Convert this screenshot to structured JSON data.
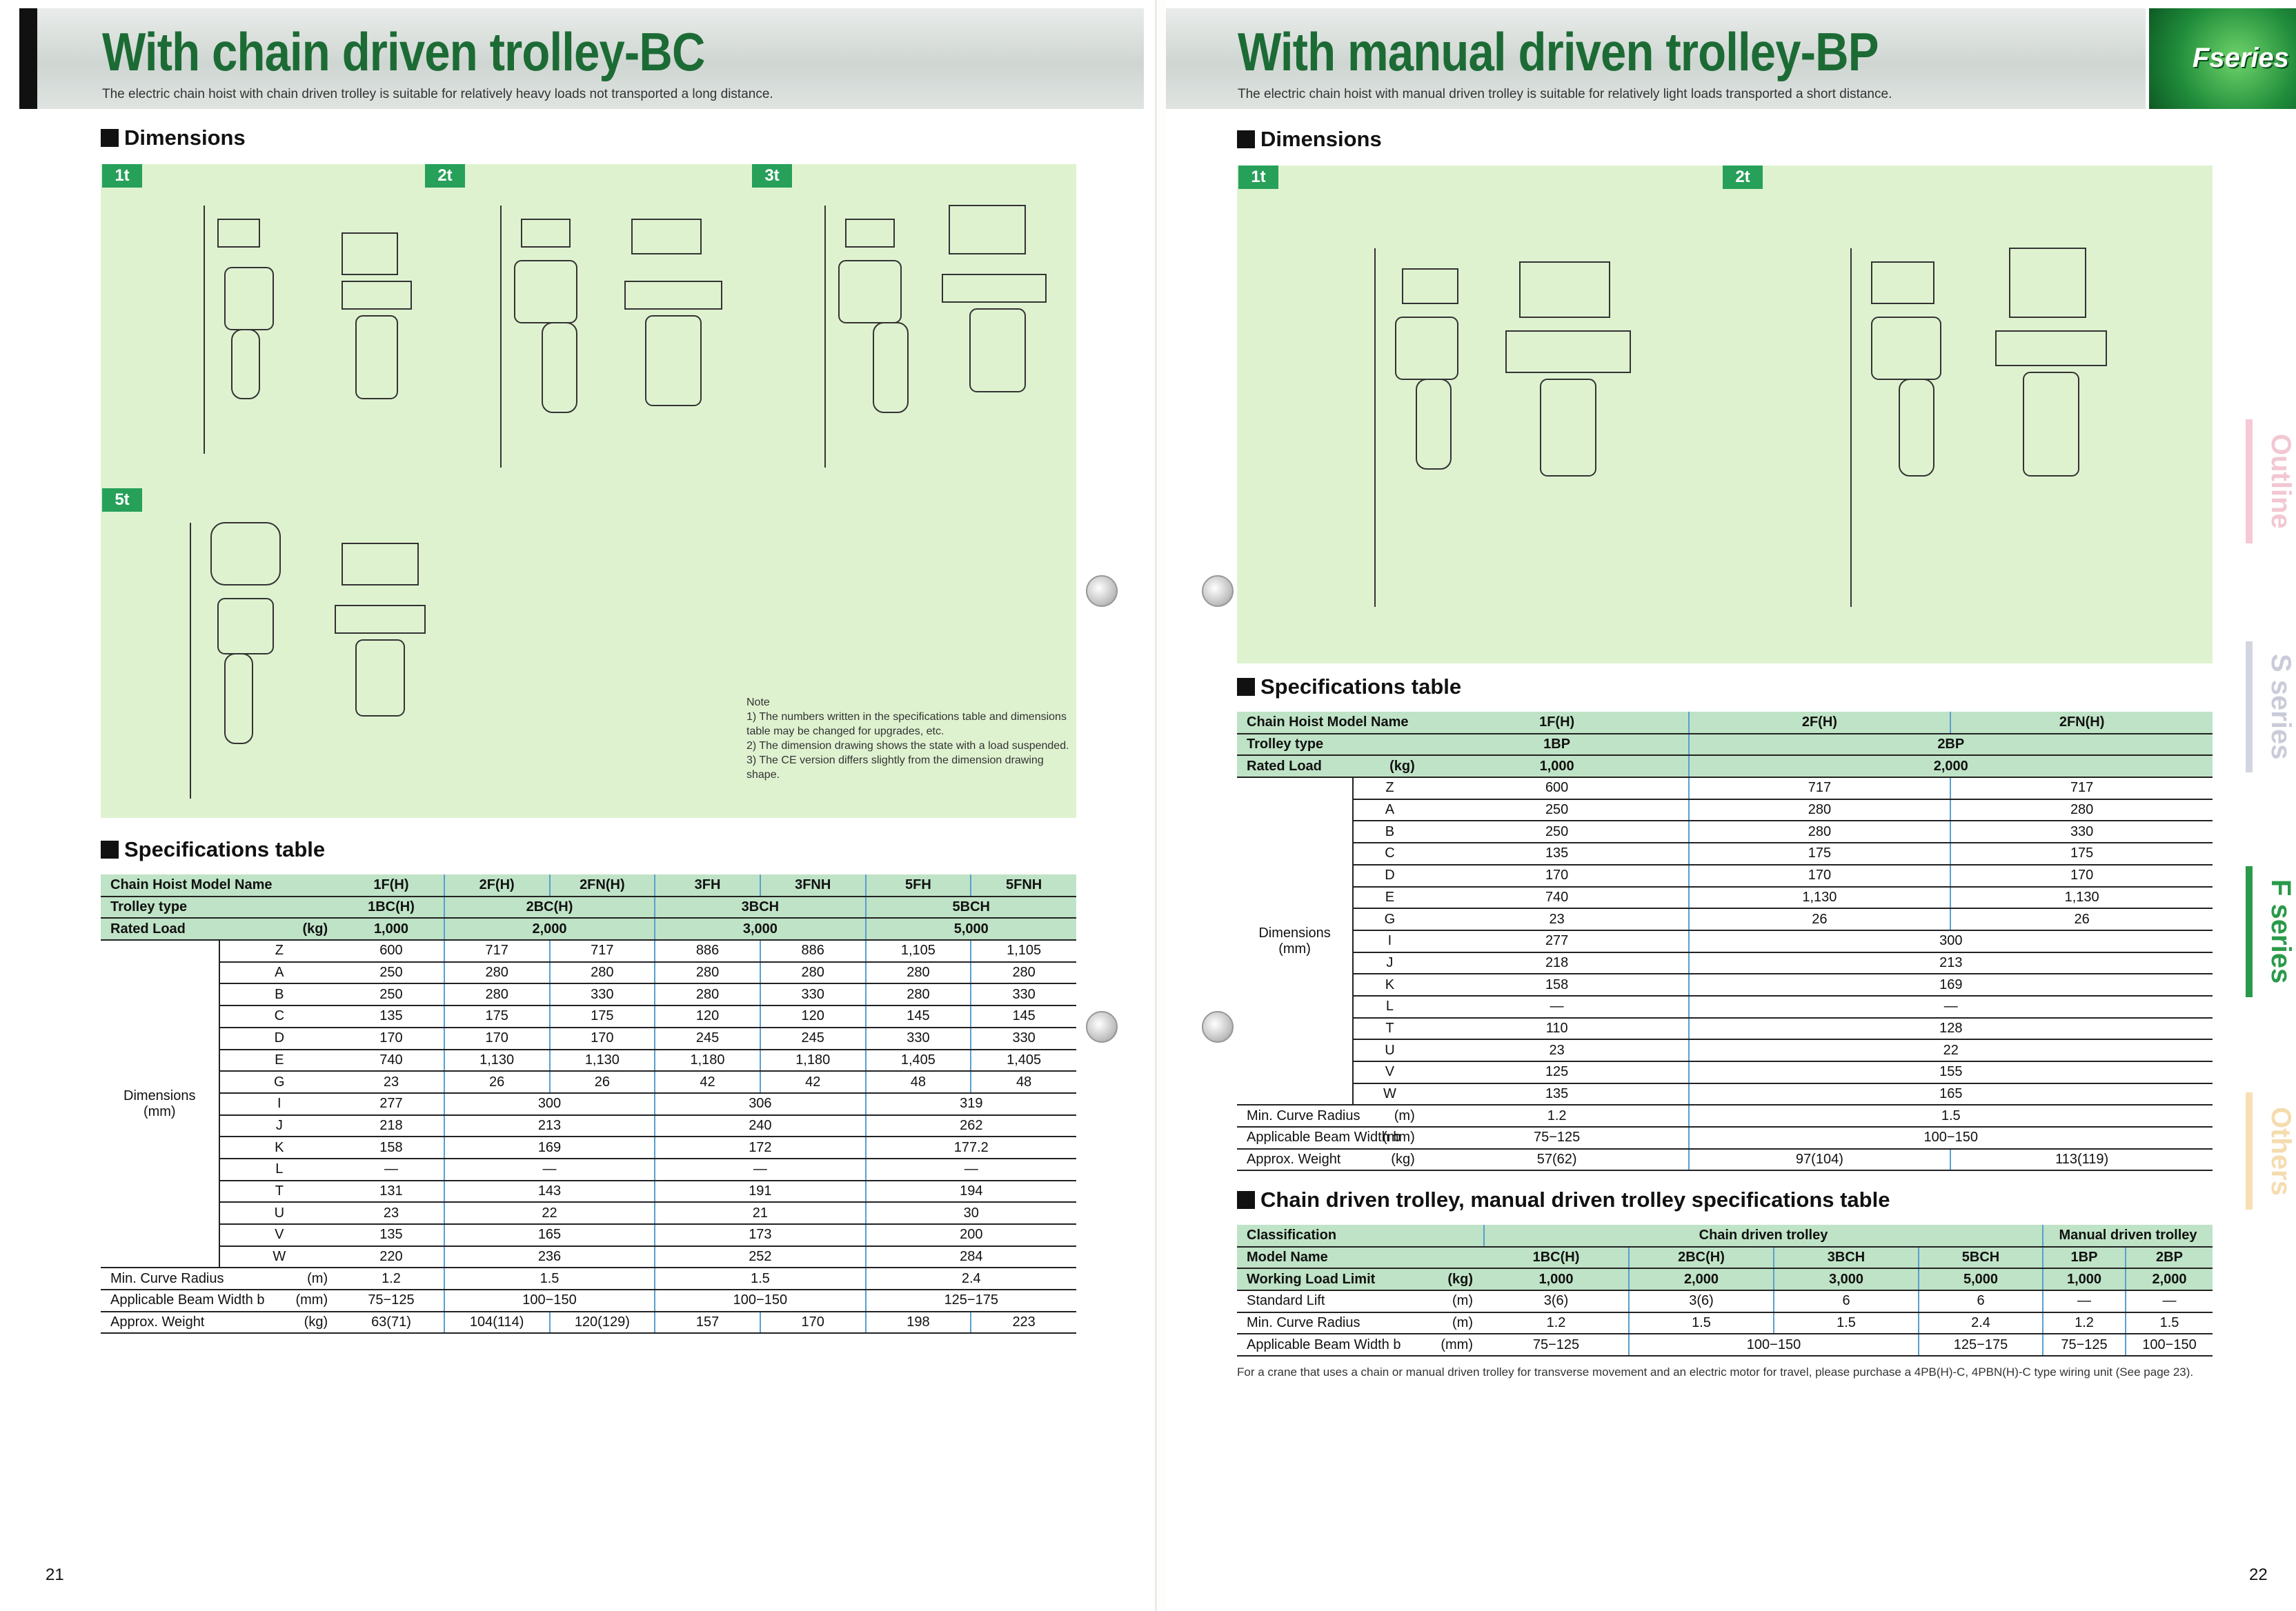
{
  "left": {
    "title": "With chain driven trolley-BC",
    "subtitle": "The electric chain hoist with chain driven trolley is suitable for relatively heavy loads not transported a long distance.",
    "dim_heading": "Dimensions",
    "tags": [
      "1t",
      "2t",
      "3t",
      "5t"
    ],
    "note": [
      "Note",
      "1) The numbers written in the specifications table and dimensions table may be changed for upgrades, etc.",
      "2) The dimension drawing shows the state with a load suspended.",
      "3) The CE version differs slightly from the dimension drawing shape."
    ],
    "spec_heading": "Specifications table",
    "page_no": "21",
    "table": {
      "head_rows": [
        {
          "label": "Chain Hoist Model Name",
          "cells": [
            "1F(H)",
            "2F(H)",
            "2FN(H)",
            "3FH",
            "3FNH",
            "5FH",
            "5FNH"
          ]
        },
        {
          "label": "Trolley type",
          "cells": [
            "1BC(H)",
            "2BC(H)",
            "3BCH",
            "5BCH"
          ]
        },
        {
          "label": "Rated Load",
          "unit": "(kg)",
          "cells": [
            "1,000",
            "2,000",
            "3,000",
            "5,000"
          ]
        }
      ],
      "dim_label": "Dimensions",
      "dim_unit": "(mm)",
      "dim_rows": [
        {
          "k": "Z",
          "v": [
            "600",
            "717",
            "717",
            "886",
            "886",
            "1,105",
            "1,105"
          ]
        },
        {
          "k": "A",
          "v": [
            "250",
            "280",
            "280",
            "280",
            "280",
            "280",
            "280"
          ]
        },
        {
          "k": "B",
          "v": [
            "250",
            "280",
            "330",
            "280",
            "330",
            "280",
            "330"
          ]
        },
        {
          "k": "C",
          "v": [
            "135",
            "175",
            "175",
            "120",
            "120",
            "145",
            "145"
          ]
        },
        {
          "k": "D",
          "v": [
            "170",
            "170",
            "170",
            "245",
            "245",
            "330",
            "330"
          ]
        },
        {
          "k": "E",
          "v": [
            "740",
            "1,130",
            "1,130",
            "1,180",
            "1,180",
            "1,405",
            "1,405"
          ]
        },
        {
          "k": "G",
          "v": [
            "23",
            "26",
            "26",
            "42",
            "42",
            "48",
            "48"
          ]
        },
        {
          "k": "I",
          "v": [
            "277",
            "300",
            "306",
            "319"
          ]
        },
        {
          "k": "J",
          "v": [
            "218",
            "213",
            "240",
            "262"
          ]
        },
        {
          "k": "K",
          "v": [
            "158",
            "169",
            "172",
            "177.2"
          ]
        },
        {
          "k": "L",
          "v": [
            "—",
            "—",
            "—",
            "—"
          ]
        },
        {
          "k": "T",
          "v": [
            "131",
            "143",
            "191",
            "194"
          ]
        },
        {
          "k": "U",
          "v": [
            "23",
            "22",
            "21",
            "30"
          ]
        },
        {
          "k": "V",
          "v": [
            "135",
            "165",
            "173",
            "200"
          ]
        },
        {
          "k": "W",
          "v": [
            "220",
            "236",
            "252",
            "284"
          ]
        }
      ],
      "tail_rows": [
        {
          "label": "Min. Curve Radius",
          "unit": "(m)",
          "v": [
            "1.2",
            "1.5",
            "1.5",
            "2.4"
          ]
        },
        {
          "label": "Applicable Beam Width b",
          "unit": "(mm)",
          "v": [
            "75−125",
            "100−150",
            "100−150",
            "125−175"
          ]
        },
        {
          "label": "Approx. Weight",
          "unit": "(kg)",
          "v": [
            "63(71)",
            "104(114)",
            "120(129)",
            "157",
            "170",
            "198",
            "223"
          ]
        }
      ]
    }
  },
  "right": {
    "title": "With manual driven trolley-BP",
    "subtitle": "The electric chain hoist with manual driven trolley is suitable for relatively light loads transported a short distance.",
    "badge": "Fseries",
    "dim_heading": "Dimensions",
    "tags": [
      "1t",
      "2t"
    ],
    "spec_heading": "Specifications table",
    "page_no": "22",
    "table": {
      "head_rows": [
        {
          "label": "Chain Hoist Model Name",
          "cells": [
            "1F(H)",
            "2F(H)",
            "2FN(H)"
          ]
        },
        {
          "label": "Trolley type",
          "cells": [
            "1BP",
            "2BP"
          ]
        },
        {
          "label": "Rated Load",
          "unit": "(kg)",
          "cells": [
            "1,000",
            "2,000"
          ]
        }
      ],
      "dim_label": "Dimensions",
      "dim_unit": "(mm)",
      "dim_rows": [
        {
          "k": "Z",
          "v": [
            "600",
            "717",
            "717"
          ]
        },
        {
          "k": "A",
          "v": [
            "250",
            "280",
            "280"
          ]
        },
        {
          "k": "B",
          "v": [
            "250",
            "280",
            "330"
          ]
        },
        {
          "k": "C",
          "v": [
            "135",
            "175",
            "175"
          ]
        },
        {
          "k": "D",
          "v": [
            "170",
            "170",
            "170"
          ]
        },
        {
          "k": "E",
          "v": [
            "740",
            "1,130",
            "1,130"
          ]
        },
        {
          "k": "G",
          "v": [
            "23",
            "26",
            "26"
          ]
        },
        {
          "k": "I",
          "v": [
            "277",
            "300"
          ]
        },
        {
          "k": "J",
          "v": [
            "218",
            "213"
          ]
        },
        {
          "k": "K",
          "v": [
            "158",
            "169"
          ]
        },
        {
          "k": "L",
          "v": [
            "—",
            "—"
          ]
        },
        {
          "k": "T",
          "v": [
            "110",
            "128"
          ]
        },
        {
          "k": "U",
          "v": [
            "23",
            "22"
          ]
        },
        {
          "k": "V",
          "v": [
            "125",
            "155"
          ]
        },
        {
          "k": "W",
          "v": [
            "135",
            "165"
          ]
        }
      ],
      "tail_rows": [
        {
          "label": "Min. Curve Radius",
          "unit": "(m)",
          "v": [
            "1.2",
            "1.5"
          ]
        },
        {
          "label": "Applicable Beam Width b",
          "unit": "(mm)",
          "v": [
            "75−125",
            "100−150"
          ]
        },
        {
          "label": "Approx. Weight",
          "unit": "(kg)",
          "v": [
            "57(62)",
            "97(104)",
            "113(119)"
          ]
        }
      ]
    },
    "trolley_heading": "Chain driven trolley, manual driven trolley specifications table",
    "trolley_table": {
      "class_label": "Classification",
      "chain_group": "Chain driven trolley",
      "manual_group": "Manual driven trolley",
      "model_label": "Model Name",
      "models": [
        "1BC(H)",
        "2BC(H)",
        "3BCH",
        "5BCH",
        "1BP",
        "2BP"
      ],
      "wll_label": "Working Load Limit",
      "wll_unit": "(kg)",
      "wll": [
        "1,000",
        "2,000",
        "3,000",
        "5,000",
        "1,000",
        "2,000"
      ],
      "lift_label": "Standard Lift",
      "lift_unit": "(m)",
      "lift": [
        "3(6)",
        "3(6)",
        "6",
        "6",
        "—",
        "—"
      ],
      "radius_label": "Min. Curve Radius",
      "radius_unit": "(m)",
      "radius": [
        "1.2",
        "1.5",
        "1.5",
        "2.4",
        "1.2",
        "1.5"
      ],
      "beam_label": "Applicable Beam Width b",
      "beam_unit": "(mm)",
      "beam": [
        "75−125",
        "100−150",
        "125−175",
        "75−125",
        "100−150"
      ]
    },
    "footnote": "For a crane that uses a chain or manual driven trolley for transverse movement and an electric motor for travel, please purchase a 4PB(H)-C, 4PBN(H)-C type wiring unit (See page 23).",
    "side_tabs": [
      "Outline",
      "S series",
      "F series",
      "Others"
    ]
  }
}
